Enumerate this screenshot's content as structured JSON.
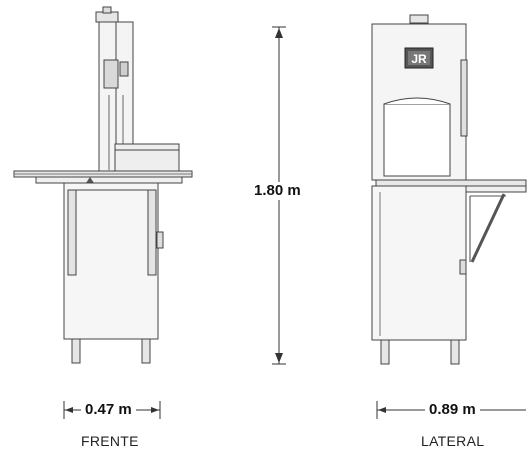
{
  "dimensions": {
    "height": "1.80 m",
    "front_width": "0.47 m",
    "side_width": "0.89 m"
  },
  "views": {
    "front": "FRENTE",
    "side": "LATERAL"
  },
  "logo": {
    "text": "JR"
  }
}
